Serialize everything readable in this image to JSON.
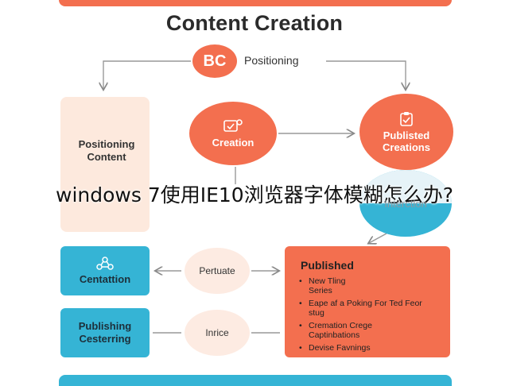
{
  "title": "Content Creation",
  "bc": {
    "label": "BC",
    "text": "Positioning"
  },
  "peach": {
    "label": "Positioning Content"
  },
  "circles": {
    "creation": "Creation",
    "published": "Publisted Creations",
    "interaction": "Interction",
    "pertuate": "Pertuate",
    "inrice": "Inrice"
  },
  "boxes": {
    "centation": "Centattion",
    "publishing": "Publishing Cesterring"
  },
  "published_panel": {
    "title": "Published",
    "items": [
      "New Tling Series",
      "Eape af a Poking For Ted Feor stug",
      "Cremation Crege Captinbations",
      "Devise Favnings"
    ]
  },
  "overlay_text": "windows 7使用IE10浏览器字体模糊怎么办?",
  "colors": {
    "orange": "#f36f4f",
    "cyan": "#35b4d5",
    "peach": "#fde9dd"
  },
  "icons": [
    "document-icon",
    "clipboard-icon",
    "network-icon"
  ]
}
